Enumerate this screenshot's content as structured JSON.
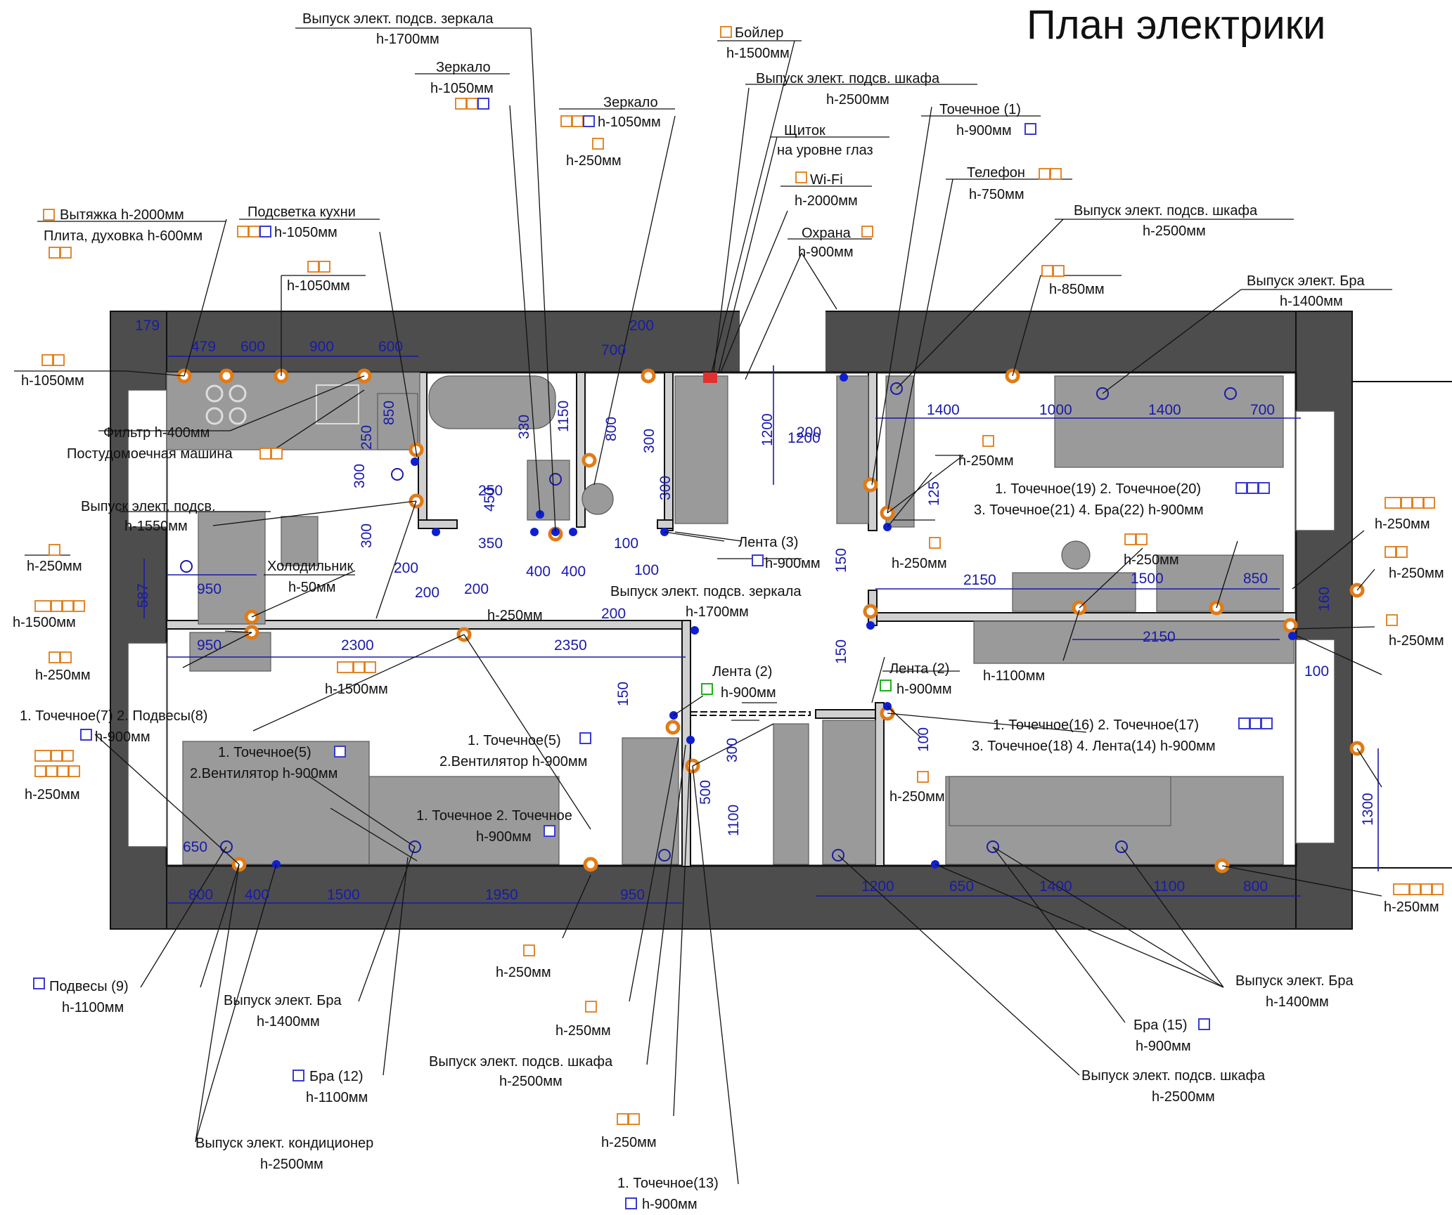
{
  "title": "План электрики",
  "colors": {
    "wall": "#4d4d4d",
    "socket": "#e07b16",
    "dimension": "#1a1aa8",
    "light_point": "#0f1fd0",
    "furniture": "#9a9a9a",
    "led_strip_marker": "#1ab31a"
  },
  "labels": {
    "l1a": "Выпуск элект. подсв. зеркала",
    "l1b": "h-1700мм",
    "l2a": "Зеркало",
    "l2b": "h-1050мм",
    "l3a": "Бойлер",
    "l3b": "h-1500мм",
    "l4a": "Выпуск элект. подсв. шкафа",
    "l4b": "h-2500мм",
    "l5a": "Зеркало",
    "l5b": "h-1050мм",
    "l5c": "h-250мм",
    "l6a": "Щиток",
    "l6b": "на уровне глаз",
    "l7a": "Точечное (1)",
    "l7b": "h-900мм",
    "l8a": "Wi-Fi",
    "l8b": "h-2000мм",
    "l9a": "Телефон",
    "l9b": "h-750мм",
    "l10a": "Охрана",
    "l10b": "h-900мм",
    "l11a": "Выпуск элект. подсв. шкафа",
    "l11b": "h-2500мм",
    "l12a": "Вытяжка h-2000мм",
    "l12b": "Плита, духовка h-600мм",
    "l13a": "Подсветка кухни",
    "l13b": "h-1050мм",
    "l14": "h-1050мм",
    "l15": "h-850мм",
    "l16a": "Выпуск элект. Бра",
    "l16b": "h-1400мм",
    "l17": "h-1050мм",
    "l18a": "Фильтр h-400мм",
    "l18b": "Постудомоечная машина",
    "l19a": "Выпуск элект. подсв.",
    "l19b": "h-1550мм",
    "l20": "h-250мм",
    "l21a": "1. Точечное(19) 2. Точечное(20)",
    "l21b": "3. Точечное(21) 4. Бра(22) h-900мм",
    "l22": "h-250мм",
    "l23a": "Лента (3)",
    "l23b": "h-900мм",
    "l24a": "Холодильник",
    "l24b": "h-50мм",
    "l25": "h-250мм",
    "l26": "h-250мм",
    "l27": "h-1500мм",
    "l28a": "Выпуск элект. подсв. зеркала",
    "l28b": "h-1700мм",
    "l29": "h-250мм",
    "l30": "h-250мм",
    "l31": "h-250мм",
    "l32": "h-250мм",
    "l33": "h-1100мм",
    "l34": "h-1500мм",
    "l35a": "Лента (2)",
    "l35b": "h-900мм",
    "l36a": "Лента (2)",
    "l36b": "h-900мм",
    "l37a": "1. Точечное(7) 2. Подвесы(8)",
    "l37b": "h-900мм",
    "l38a": "1. Точечное(5)",
    "l38b": "2.Вентилятор h-900мм",
    "l39a": "1. Точечное(5)",
    "l39b": "2.Вентилятор h-900мм",
    "l40a": "1. Точечное(16) 2. Точечное(17)",
    "l40b": "3. Точечное(18) 4. Лента(14) h-900мм",
    "l41": "h-250мм",
    "l42": "h-250мм",
    "l43a": "1. Точечное 2. Точечное",
    "l43b": "h-900мм",
    "l44": "h-250мм",
    "l45": "h-250мм",
    "l46a": "Подвесы (9)",
    "l46b": "h-1100мм",
    "l47a": "Выпуск элект. Бра",
    "l47b": "h-1400мм",
    "l48": "h-250мм",
    "l49a": "Выпуск элект. подсв. шкафа",
    "l49b": "h-2500мм",
    "l50a": "Бра (12)",
    "l50b": "h-1100мм",
    "l51": "h-250мм",
    "l52a": "Выпуск элект. кондиционер",
    "l52b": "h-2500мм",
    "l53a": "1. Точечное(13)",
    "l53b": "h-900мм",
    "l54a": "Выпуск элект. Бра",
    "l54b": "h-1400мм",
    "l55a": "Бра (15)",
    "l55b": "h-900мм",
    "l56a": "Выпуск элект. подсв. шкафа",
    "l56b": "h-2500мм"
  },
  "dims": {
    "d179": "179",
    "d479": "479",
    "d600a": "600",
    "d900": "900",
    "d600b": "600",
    "d200a": "200",
    "d700a": "700",
    "d850": "850",
    "d250a": "250",
    "d330": "330",
    "d1150": "1150",
    "d800": "800",
    "d300a": "300",
    "d300b": "300",
    "d250b": "250",
    "d450": "450",
    "d350": "350",
    "d300c": "300",
    "d200b": "200",
    "d400a": "400",
    "d400b": "400",
    "d200c": "200",
    "d100a": "100",
    "d100b": "100",
    "d200d": "200",
    "d200e": "200",
    "d200f": "200",
    "d1200a": "1200",
    "d200g": "200",
    "d1400a": "1400",
    "d1000": "1000",
    "d1400b": "1400",
    "d700b": "700",
    "d125": "125",
    "d150a": "150",
    "d2150a": "2150",
    "d1500a": "1500",
    "d850b": "850",
    "d160": "160",
    "d150b": "150",
    "d2150b": "2150",
    "d100c": "100",
    "d587": "587",
    "d950a": "950",
    "d950b": "950",
    "d2300": "2300",
    "d2350": "2350",
    "d150c": "150",
    "d300d": "300",
    "d100d": "100",
    "d500": "500",
    "d1100a": "1100",
    "d1300": "1300",
    "d650a": "650",
    "d800a": "800",
    "d400c": "400",
    "d1500b": "1500",
    "d1950": "1950",
    "d950c": "950",
    "d1200b": "1200",
    "d650b": "650",
    "d1400c": "1400",
    "d1100b": "1100",
    "d800b": "800"
  }
}
